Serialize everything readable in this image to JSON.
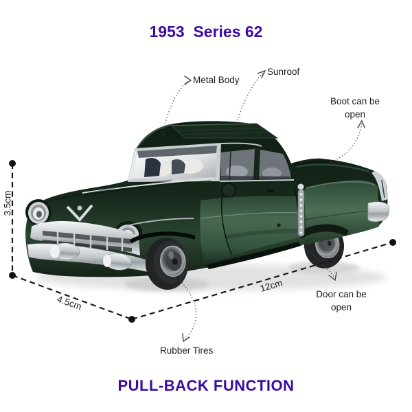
{
  "title": "1953  Series 62",
  "footer": "PULL-BACK FUNCTION",
  "colors": {
    "accent": "#3A0CA3",
    "label": "#1B1B1B",
    "car_body_dark": "#12231A",
    "car_body_light": "#4A6B52",
    "chrome": "#D6D9DB"
  },
  "callouts": {
    "metal_body": "Metal Body",
    "sunroof": "Sunroof",
    "boot": "Boot can be open",
    "door": "Door can be open",
    "rubber_tires": "Rubber Tires"
  },
  "dimensions": {
    "height": "3.5cm",
    "depth": "4.5cm",
    "length": "12cm"
  }
}
